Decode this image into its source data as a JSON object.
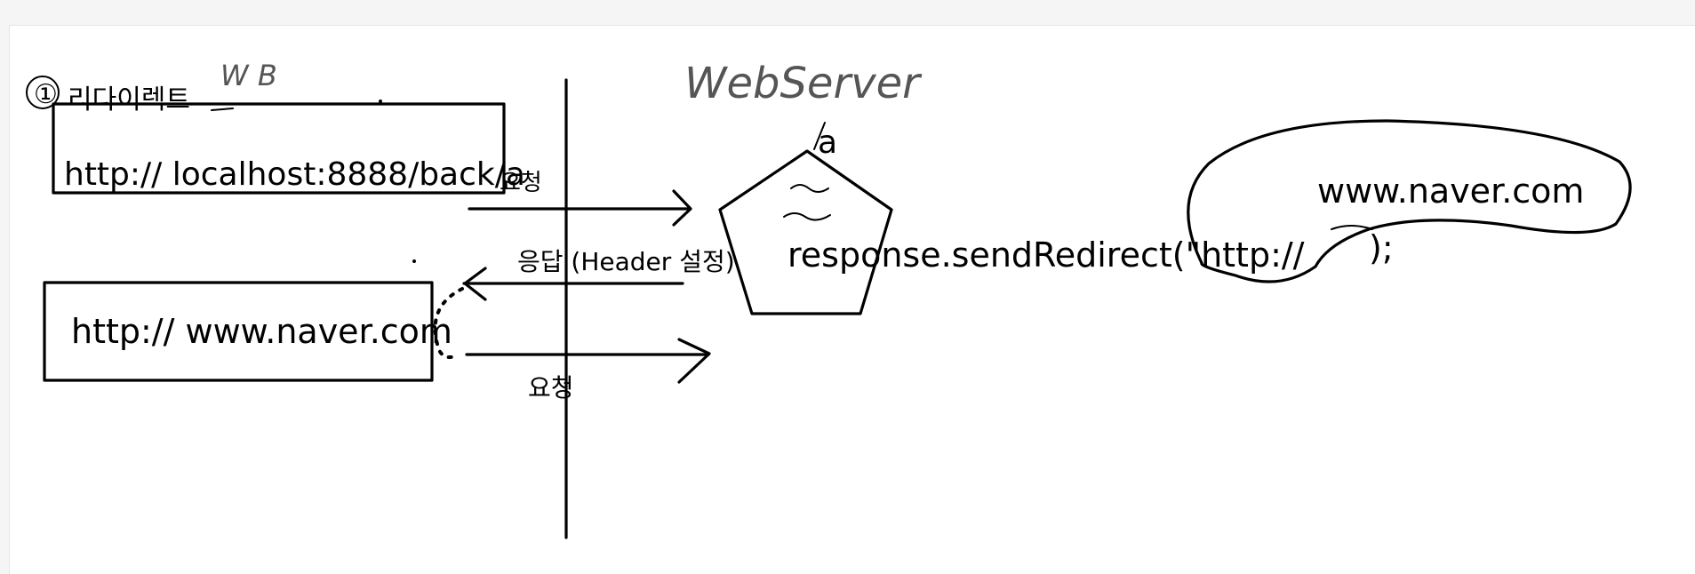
{
  "labels": {
    "step_marker": "①",
    "step_title": "리다이렉트",
    "browser_note": "W B",
    "server_title": "WebServer",
    "source_url": "http:// localhost:8888/back/a",
    "servlet_name": "a",
    "request_label_top": "요청",
    "response_label": "응답 (Header 설정)",
    "code_line": "response.sendRedirect(\"http://",
    "code_tail": ");",
    "redirect_target": "www.naver.com",
    "target_url": "http:// www.naver.com",
    "request_label_bottom": "요청"
  },
  "colors": {
    "ink": "#000000",
    "pencil": "#666666",
    "background": "#ffffff"
  }
}
